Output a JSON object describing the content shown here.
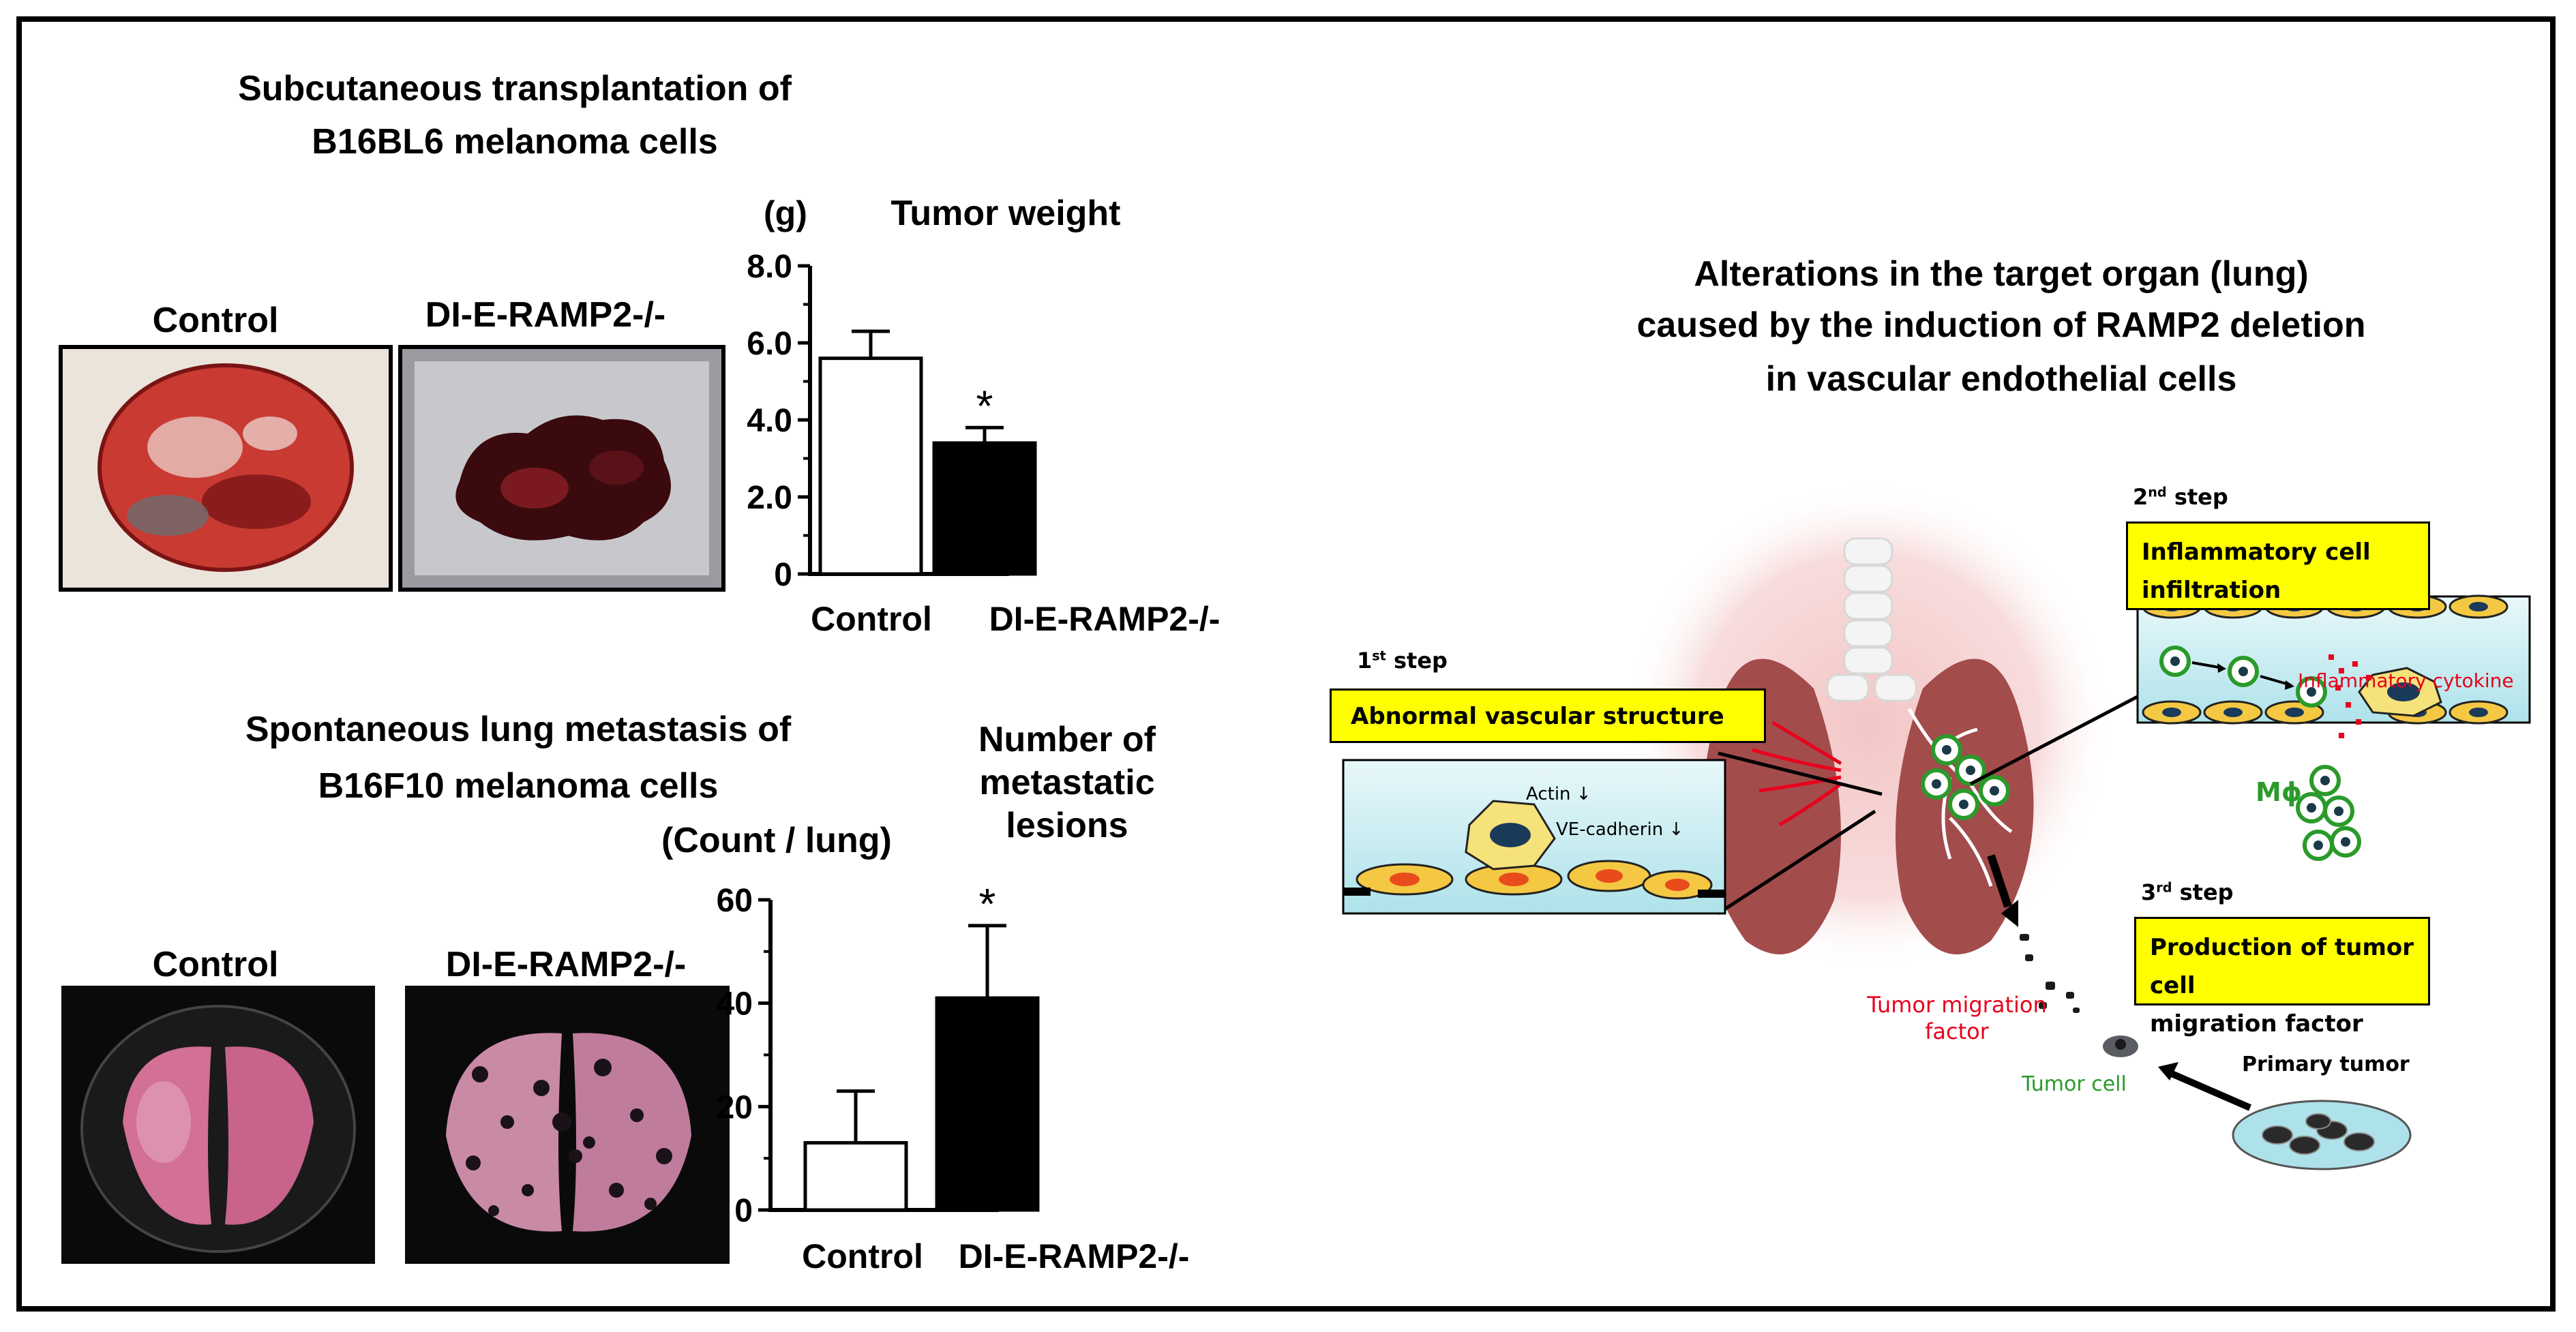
{
  "panels": {
    "tumor": {
      "title_line1": "Subcutaneous transplantation of",
      "title_line2": "B16BL6 melanoma cells",
      "photo_label_control": "Control",
      "photo_label_ko": "DI-E-RAMP2-/-"
    },
    "lung": {
      "title_line1": "Spontaneous lung metastasis of",
      "title_line2": "B16F10 melanoma cells",
      "photo_label_control": "Control",
      "photo_label_ko": "DI-E-RAMP2-/-"
    }
  },
  "chart_data": [
    {
      "type": "bar",
      "title": "Tumor weight",
      "ylabel": "(g)",
      "categories": [
        "Control",
        "DI-E-RAMP2-/-"
      ],
      "values": [
        5.6,
        3.4
      ],
      "errors": [
        0.7,
        0.4
      ],
      "bar_colors": [
        "#ffffff",
        "#000000"
      ],
      "ylim": [
        0,
        8.0
      ],
      "yticks": [
        "0",
        "2.0",
        "4.0",
        "6.0",
        "8.0"
      ],
      "significance": [
        "",
        "*"
      ]
    },
    {
      "type": "bar",
      "title_lines": [
        "Number of",
        "metastatic",
        "lesions"
      ],
      "ylabel": "(Count / lung)",
      "categories": [
        "Control",
        "DI-E-RAMP2-/-"
      ],
      "values": [
        13,
        41
      ],
      "errors": [
        10,
        14
      ],
      "bar_colors": [
        "#ffffff",
        "#000000"
      ],
      "ylim": [
        0,
        60
      ],
      "yticks": [
        "0",
        "20",
        "40",
        "60"
      ],
      "significance": [
        "",
        "*"
      ]
    }
  ],
  "diagram": {
    "title_line1": "Alterations in the target organ (lung)",
    "title_line2": "caused by the induction of RAMP2 deletion",
    "title_line3": "in vascular endothelial cells",
    "step1_num": "1",
    "step1_suffix": "st",
    "step1_word": "step",
    "step1_box": "Abnormal vascular structure",
    "step2_num": "2",
    "step2_suffix": "nd",
    "step2_word": "step",
    "step2_box_line1": "Inflammatory cell",
    "step2_box_line2": "infiltration",
    "step3_num": "3",
    "step3_suffix": "rd",
    "step3_word": "step",
    "step3_box_line1": "Production of tumor cell",
    "step3_box_line2": "migration factor",
    "actin_label": "Actin ↓",
    "vecadherin_label": "VE-cadherin ↓",
    "inflammatory_cytokine": "Inflammatory cytokine",
    "macrophage": "Mϕ",
    "tumor_migration_factor_line1": "Tumor migration",
    "tumor_migration_factor_line2": "factor",
    "tumor_cell": "Tumor cell",
    "primary_tumor": "Primary tumor",
    "colors": {
      "highlight_box": "#ffff00",
      "red_text": "#e8001c",
      "green_text": "#2a9a2a",
      "vessel": "#cfeff3",
      "lung": "#a04a4a"
    }
  }
}
